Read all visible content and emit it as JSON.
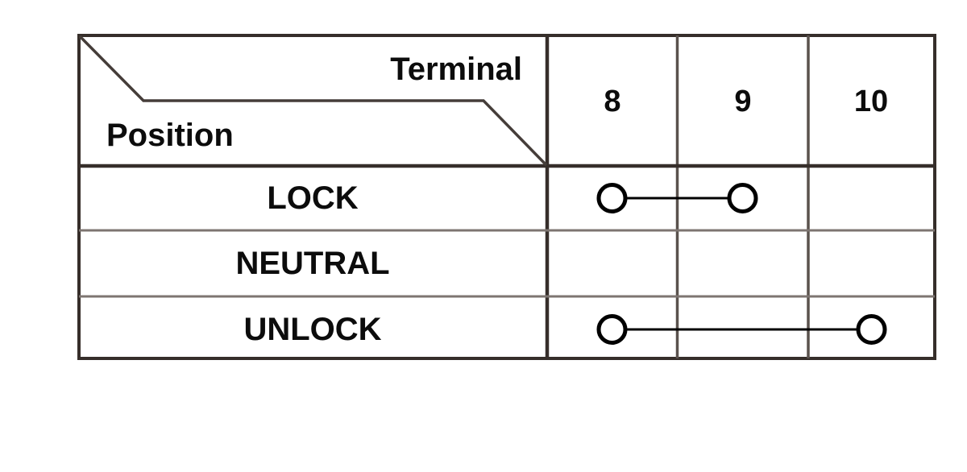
{
  "page": {
    "background": "#ffffff"
  },
  "colors": {
    "ink": "#0c0c0c",
    "border_dark": "#362e2a",
    "border_mid": "#5a524d",
    "border_light": "#7d7571",
    "contact": "#000000"
  },
  "table": {
    "corner": {
      "top_label": "Terminal",
      "bottom_label": "Position"
    },
    "terminals": [
      "8",
      "9",
      "10"
    ],
    "rows": [
      {
        "position": "LOCK",
        "connection": {
          "from": "8",
          "to": "9"
        }
      },
      {
        "position": "NEUTRAL",
        "connection": null
      },
      {
        "position": "UNLOCK",
        "connection": {
          "from": "8",
          "to": "10"
        }
      }
    ]
  }
}
